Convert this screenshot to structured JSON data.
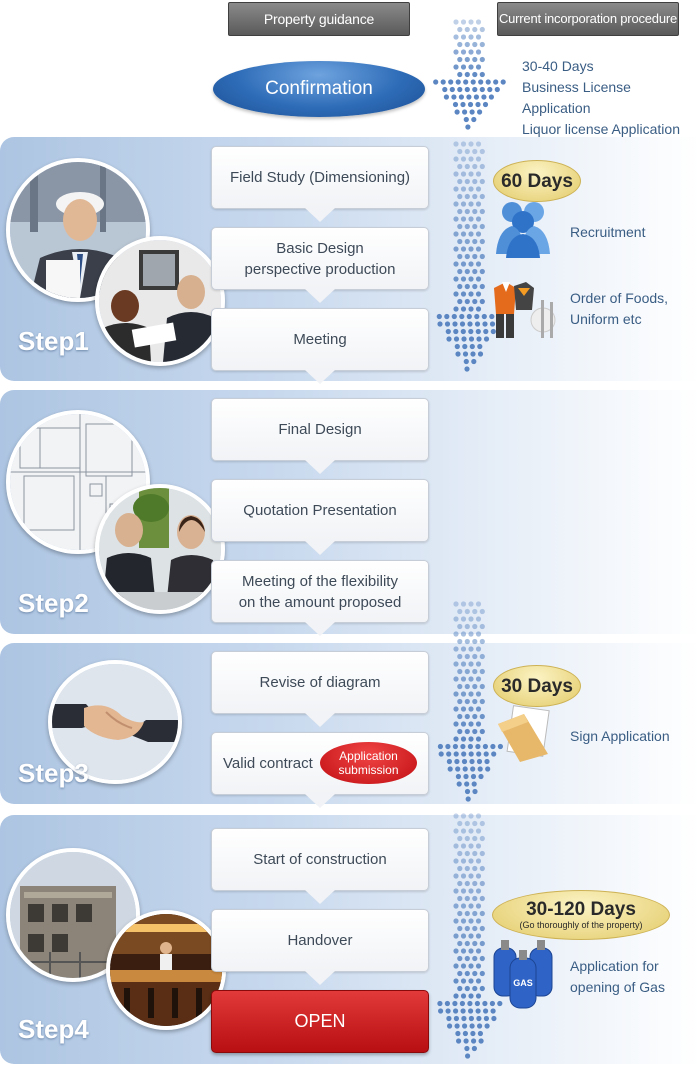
{
  "header": {
    "left_tab": "Property guidance",
    "right_tab": "Current incorporation procedure"
  },
  "confirmation": "Confirmation",
  "top_notes": [
    "30-40 Days",
    "Business License Application",
    "Liquor  license Application"
  ],
  "steps": [
    {
      "label": "Step1",
      "boxes": [
        "Field Study (Dimensioning)",
        "Basic Design\nperspective production",
        "Meeting"
      ],
      "days": "60 Days",
      "side_items": [
        "Recruitment",
        "Order of Foods,\nUniform etc"
      ]
    },
    {
      "label": "Step2",
      "boxes": [
        "Final Design",
        "Quotation Presentation",
        "Meeting of the flexibility\non the amount proposed"
      ]
    },
    {
      "label": "Step3",
      "boxes": [
        "Revise of diagram",
        "Valid contract"
      ],
      "badge_lines": [
        "Application",
        "submission"
      ],
      "days": "30 Days",
      "side_items": [
        "Sign Application"
      ]
    },
    {
      "label": "Step4",
      "boxes": [
        "Start of construction",
        "Handover"
      ],
      "open_button": "OPEN",
      "days": "30-120 Days",
      "days_note": "(Go thoroughly of the property)",
      "side_items": [
        "Application for\nopening of Gas"
      ],
      "gas_label": "GAS"
    }
  ],
  "colors": {
    "panel_blue": "#adc5e2",
    "confirm_blue": "#2e6cb8",
    "open_red": "#c41216",
    "arrow_blue": "#5b86c2",
    "days_gold": "#e3cb69",
    "side_text": "#3a5d84"
  },
  "icons": [
    "people-icon",
    "uniform-icon",
    "document-icon",
    "gas-cylinder-icon"
  ]
}
